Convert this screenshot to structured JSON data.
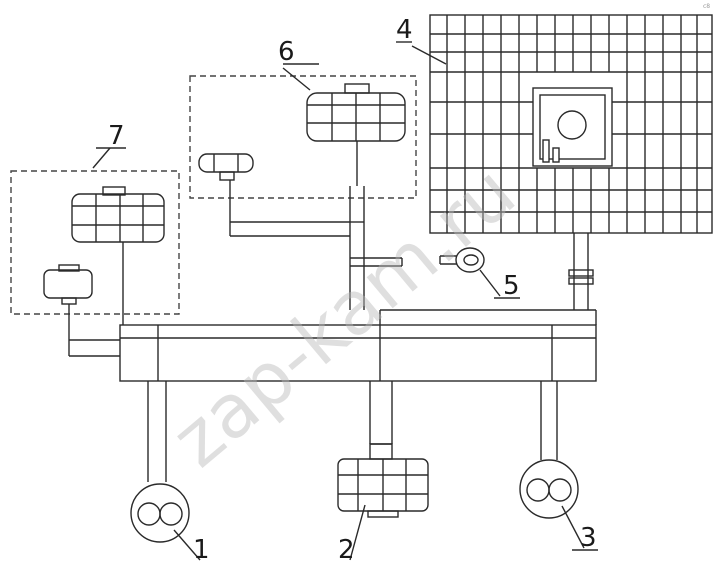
{
  "diagram": {
    "labels": {
      "l1": "1",
      "l2": "2",
      "l3": "3",
      "l4": "4",
      "l5": "5",
      "l6": "6",
      "l7": "7"
    },
    "watermark": "zap-kam.ru",
    "corner_mark": "c8",
    "colors": {
      "line": "#2a2a2a",
      "dash": "#444444",
      "watermark": "#b9b9b9"
    }
  }
}
